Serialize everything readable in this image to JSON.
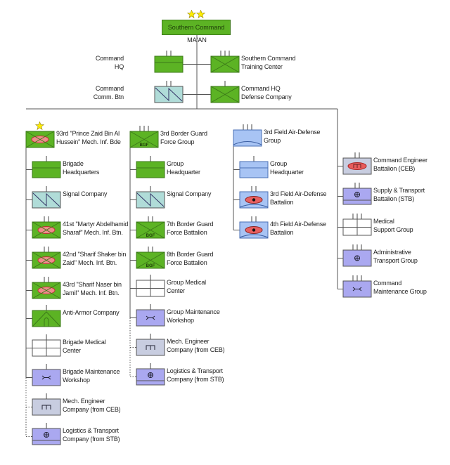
{
  "colors": {
    "green": "#5cb324",
    "green_stroke": "#3d7a1a",
    "signal": "#b0dcd8",
    "support": "#aaa8f0",
    "engineer": "#c8cde0",
    "air_defense": "#a8c4f4",
    "ellipse": "#ee8c8c",
    "star": "#ffee00"
  },
  "command": {
    "title": "Southern Command",
    "location": "MA'AN",
    "stars": 2
  },
  "hq_units": [
    {
      "label": "Command\nHQ",
      "symbol": "hq",
      "echelon": 2
    },
    {
      "label": "Southern Command\nTraining Center",
      "symbol": "inf",
      "echelon": 3
    },
    {
      "label": "Command\nComm. Btn",
      "symbol": "signal",
      "echelon": 2
    },
    {
      "label": "Command HQ\nDefense Company",
      "symbol": "inf",
      "echelon": 1
    }
  ],
  "columns": [
    {
      "top": {
        "label": "93rd \"Prince Zaid Bin Al\nHussein\" Mech. Inf. Bde",
        "symbol": "mech",
        "echelon": 0,
        "stars": 1
      },
      "units": [
        {
          "label": "Brigade\nHeadquarters",
          "symbol": "hq",
          "echelon": 1
        },
        {
          "label": "Signal Company",
          "symbol": "signal",
          "echelon": 1
        },
        {
          "label": "41st \"Martyr Abdelhamid\nSharaf\" Mech. Inf. Btn.",
          "symbol": "mech",
          "echelon": 2
        },
        {
          "label": "42nd \"Sharif Shaker bin\nZaid\" Mech. Inf. Btn.",
          "symbol": "mech",
          "echelon": 2
        },
        {
          "label": "43rd \"Sharif Naser bin\nJamil\" Mech. Inf. Btn.",
          "symbol": "mech",
          "echelon": 2
        },
        {
          "label": "Anti-Armor Company",
          "symbol": "antiarmor",
          "echelon": 1
        },
        {
          "label": "Brigade Medical\nCenter",
          "symbol": "medical",
          "echelon": 1
        },
        {
          "label": "Brigade Maintenance\nWorkshop",
          "symbol": "maint",
          "echelon": 1
        },
        {
          "label": "Mech. Engineer\nCompany (from CEB)",
          "symbol": "engineer",
          "echelon": 1,
          "attached": true
        },
        {
          "label": "Logistics & Transport\nCompany (from STB)",
          "symbol": "transport2",
          "echelon": 1,
          "attached": true
        }
      ]
    },
    {
      "top": {
        "label": "3rd Border Guard\nForce Group",
        "symbol": "bgf",
        "echelon": 3
      },
      "units": [
        {
          "label": "Group\nHeadquarter",
          "symbol": "hq",
          "echelon": 1
        },
        {
          "label": "Signal Company",
          "symbol": "signal",
          "echelon": 1
        },
        {
          "label": "7th Border Guard\nForce Battalion",
          "symbol": "bgf",
          "echelon": 2
        },
        {
          "label": "8th Border Guard\nForce Battalion",
          "symbol": "bgf",
          "echelon": 2
        },
        {
          "label": "Group Medical\nCenter",
          "symbol": "medical",
          "echelon": 1
        },
        {
          "label": "Group Maintenance\nWorkshop",
          "symbol": "maint",
          "echelon": 1
        },
        {
          "label": "Mech. Engineer\nCompany (from CEB)",
          "symbol": "engineer",
          "echelon": 1,
          "attached": true
        },
        {
          "label": "Logistics & Transport\nCompany (from STB)",
          "symbol": "transport2",
          "echelon": 1,
          "attached": true
        }
      ]
    },
    {
      "top": {
        "label": "3rd Field Air-Defense\nGroup",
        "symbol": "ad",
        "echelon": 3
      },
      "units": [
        {
          "label": "Group\nHeadquarter",
          "symbol": "adhq",
          "echelon": 1
        },
        {
          "label": "3rd Field Air-Defense\nBattalion",
          "symbol": "adbn",
          "echelon": 2
        },
        {
          "label": "4th Field Air-Defense\nBattalion",
          "symbol": "adbn",
          "echelon": 2
        }
      ]
    },
    {
      "top": null,
      "units": [
        {
          "label": "Command Engineer\nBattalion (CEB)",
          "symbol": "ceb",
          "echelon": 2
        },
        {
          "label": "Supply & Transport\nBattalion (STB)",
          "symbol": "transport2",
          "echelon": 2
        },
        {
          "label": "Medical\nSupport Group",
          "symbol": "medical",
          "echelon": 3
        },
        {
          "label": "Administrative\nTransport Group",
          "symbol": "transport",
          "echelon": 3
        },
        {
          "label": "Command\nMaintenance Group",
          "symbol": "maint",
          "echelon": 3
        }
      ]
    }
  ]
}
